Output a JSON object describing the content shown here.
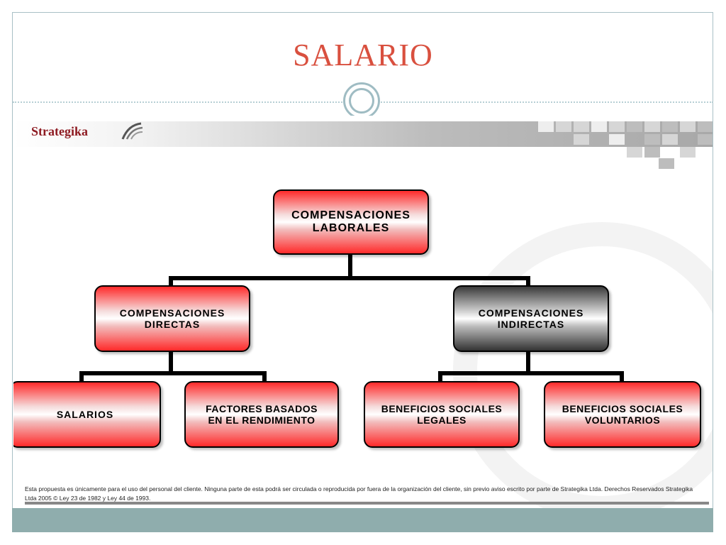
{
  "slide": {
    "title": "SALARIO"
  },
  "embedded": {
    "brand": "Strategika",
    "disclaimer": "Esta propuesta es únicamente para el uso del personal del cliente. Ninguna parte de esta podrá ser circulada o reproducida por fuera de la organización del cliente, sin previo aviso escrito por parte de Strategika Ltda. Derechos Reservados Strategika Ltda 2005 © Ley 23 de 1982 y Ley 44 de 1993."
  },
  "diagram": {
    "root": "COMPENSACIONES\nLABORALES",
    "left": "COMPENSACIONES\nDIRECTAS",
    "right": "COMPENSACIONES\nINDIRECTAS",
    "leaf1": "SALARIOS",
    "leaf2": "FACTORES BASADOS\nEN EL RENDIMIENTO",
    "leaf3": "BENEFICIOS SOCIALES\nLEGALES",
    "leaf4": "BENEFICIOS SOCIALES\nVOLUNTARIOS"
  },
  "colors": {
    "title": "#d9503f",
    "accent_red": "#ff2a2a",
    "accent_dark": "#3a3a3a",
    "footer_band": "#8fadad",
    "brand": "#8e1b22"
  },
  "icons": [
    "ring-ornament-icon",
    "strategika-logo-icon"
  ]
}
